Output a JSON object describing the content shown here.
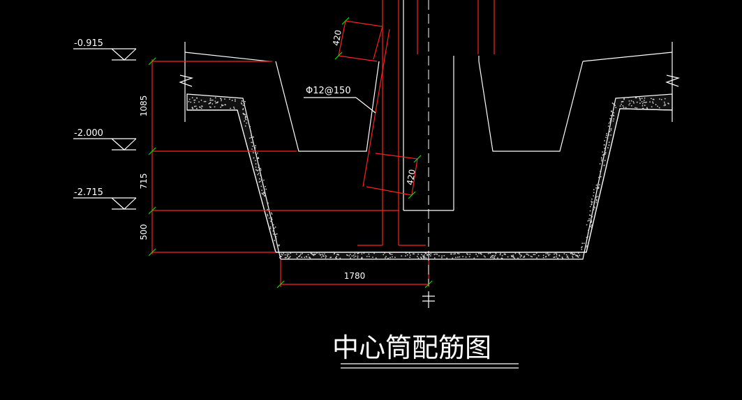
{
  "title": "中心筒配筋图",
  "elevations": [
    "-0.915",
    "-2.000",
    "-2.715"
  ],
  "dimensions": {
    "vertical": [
      "1085",
      "715",
      "500"
    ],
    "horizontal": "1780",
    "lap_top": "420",
    "lap_bottom": "420"
  },
  "rebar_label": "Φ12@150",
  "colors": {
    "background": "#000000",
    "outline": "#ffffff",
    "rebar": "#ff2020",
    "dimension_tick": "#00e000"
  }
}
